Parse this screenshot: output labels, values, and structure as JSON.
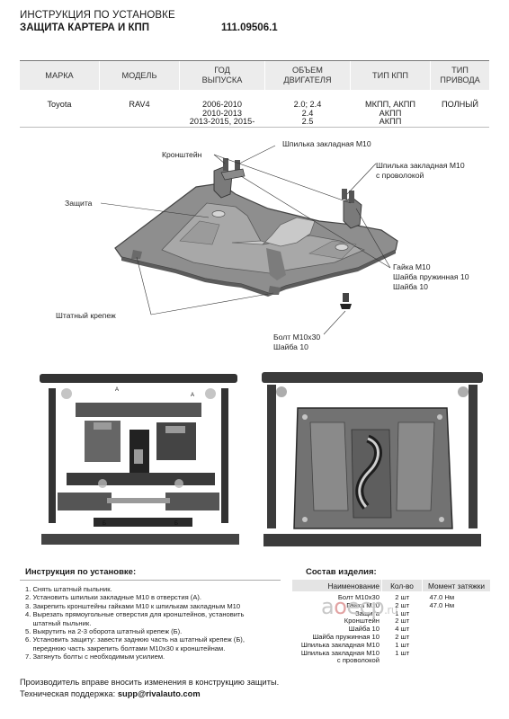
{
  "header": {
    "title_line1": "ИНСТРУКЦИЯ ПО УСТАНОВКЕ",
    "title_line2": "ЗАЩИТА КАРТЕРА И КПП",
    "doc_number": "111.09506.1"
  },
  "spec_table": {
    "headers": [
      "МАРКА",
      "МОДЕЛЬ",
      "ГОД\nВЫПУСКА",
      "ОБЪЕМ\nДВИГАТЕЛЯ",
      "ТИП КПП",
      "ТИП\nПРИВОДА"
    ],
    "row": [
      "Toyota",
      "RAV4",
      "2006-2010\n2010-2013\n2013-2015, 2015-",
      "2.0; 2.4\n2.4\n2.5",
      "МКПП, АКПП\nАКПП\nАКПП",
      "ПОЛНЫЙ"
    ]
  },
  "callouts": {
    "stud_m10": "Шпилька закладная М10",
    "bracket": "Кронштейн",
    "stud_m10_wire_1": "Шпилька закладная М10",
    "stud_m10_wire_2": "с проволокой",
    "guard": "Защита",
    "nut_1": "Гайка М10",
    "nut_2": "Шайба пружинная 10",
    "nut_3": "Шайба 10",
    "stock_fastener": "Штатный крепеж",
    "bolt_1": "Болт М10х30",
    "bolt_2": "Шайба 10"
  },
  "photo_labels": {
    "a1": "А",
    "a2": "А",
    "b1": "Б",
    "b2": "Б"
  },
  "instructions": {
    "title": "Инструкция по установке:",
    "steps": [
      "1. Снять штатный пыльник.",
      "2. Установить шпильки закладные М10 в отверстия (А).",
      "3. Закрепить кронштейны гайками М10 к шпилькам закладным М10",
      "4. Вырезать прямоугольные отверстия для кронштейнов, установить\n    штатный пыльник.",
      "5. Выкрутить на 2-3 оборота штатный крепеж (Б).",
      "6. Установить защиту: завести заднюю часть на штатный крепеж (Б),\n    переднюю часть закрепить болтами М10х30 к кронштейнам.",
      "7. Затянуть болты с необходимым усилием."
    ]
  },
  "parts": {
    "title": "Состав изделия:",
    "headers": [
      "Наименование",
      "Кол-во",
      "Момент затяжки"
    ],
    "rows": [
      {
        "name": "Болт М10х30",
        "qty": "2 шт",
        "torque": "47.0 Нм"
      },
      {
        "name": "Гайка М10",
        "qty": "2 шт",
        "torque": "47.0 Нм"
      },
      {
        "name": "Защита",
        "qty": "1 шт",
        "torque": ""
      },
      {
        "name": "Кронштейн",
        "qty": "2 шт",
        "torque": ""
      },
      {
        "name": "Шайба 10",
        "qty": "4 шт",
        "torque": ""
      },
      {
        "name": "Шайба пружинная 10",
        "qty": "2 шт",
        "torque": ""
      },
      {
        "name": "Шпилька закладная М10",
        "qty": "1 шт",
        "torque": ""
      },
      {
        "name": "Шпилька закладная М10\nс проволокой",
        "qty": "1 шт",
        "torque": ""
      }
    ]
  },
  "watermark": {
    "pre": "a",
    "mid": "o",
    "post": "ecp",
    "tld": ".ru"
  },
  "footer": {
    "line1": "Производитель вправе вносить изменения в конструкцию защиты.",
    "support_label": "Техническая поддержка:",
    "support_email": "supp@rivalauto.com"
  }
}
